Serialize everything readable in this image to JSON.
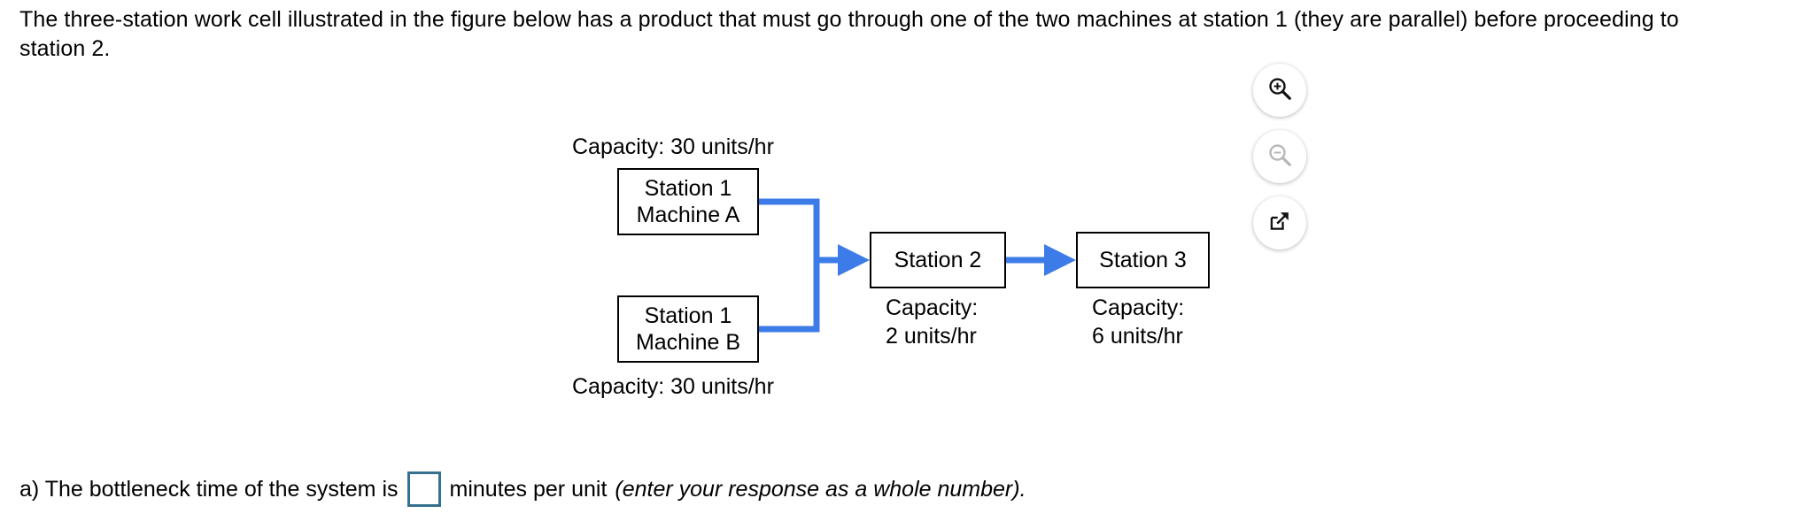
{
  "problem": {
    "statement": "The three-station work cell illustrated in the figure below has a product that must go through one of the two machines at station 1 (they are parallel) before proceeding to station 2."
  },
  "figure": {
    "nodes": [
      {
        "id": "machine-a",
        "line1": "Station 1",
        "line2": "Machine A",
        "capacity_label": "Capacity: 30 units/hr",
        "capacity_value": 30,
        "capacity_unit": "units/hr",
        "capacity_position": "above"
      },
      {
        "id": "machine-b",
        "line1": "Station 1",
        "line2": "Machine B",
        "capacity_label": "Capacity: 30 units/hr",
        "capacity_value": 30,
        "capacity_unit": "units/hr",
        "capacity_position": "below"
      },
      {
        "id": "station-2",
        "line1": "Station 2",
        "line2": "",
        "capacity_label_line1": "Capacity:",
        "capacity_label_line2": "2 units/hr",
        "capacity_value": 2,
        "capacity_unit": "units/hr",
        "capacity_position": "below"
      },
      {
        "id": "station-3",
        "line1": "Station 3",
        "line2": "",
        "capacity_label_line1": "Capacity:",
        "capacity_label_line2": "6 units/hr",
        "capacity_value": 6,
        "capacity_unit": "units/hr",
        "capacity_position": "below"
      }
    ],
    "flow_color": "#3d7ce8",
    "box_border_color": "#000000"
  },
  "tools": {
    "zoom_in": "zoom-in-icon",
    "zoom_out": "zoom-out-icon",
    "open_in_new": "open-in-new-window-icon",
    "zoom_in_enabled": true,
    "zoom_out_enabled": false
  },
  "question": {
    "prefix": "a) The bottleneck time of the system is",
    "input_value": "",
    "suffix": "minutes per unit",
    "hint": "(enter your response as a whole number).",
    "input_border_color": "#35708f"
  }
}
